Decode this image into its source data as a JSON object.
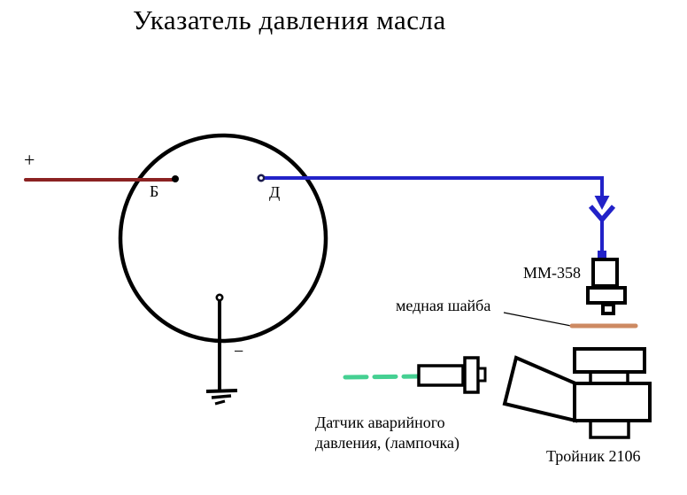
{
  "title": "Указатель давления масла",
  "labels": {
    "plus": "+",
    "minus": "−",
    "terminal_b": "Б",
    "terminal_d": "Д",
    "sensor_mm358": "ММ-358",
    "copper_washer": "медная шайба",
    "emergency_sensor_line1": "Датчик аварийного",
    "emergency_sensor_line2": "давления, (лампочка)",
    "tee": "Тройник 2106"
  },
  "icons": {
    "flow_arrow": "double-chevron-down",
    "ground": "ground-symbol"
  },
  "colors": {
    "wire_positive": "#8b2222",
    "wire_signal": "#2222c8",
    "copper_washer": "#cd8a62",
    "wire_dashed": "#45d092",
    "outline": "#000000",
    "background": "#ffffff"
  }
}
